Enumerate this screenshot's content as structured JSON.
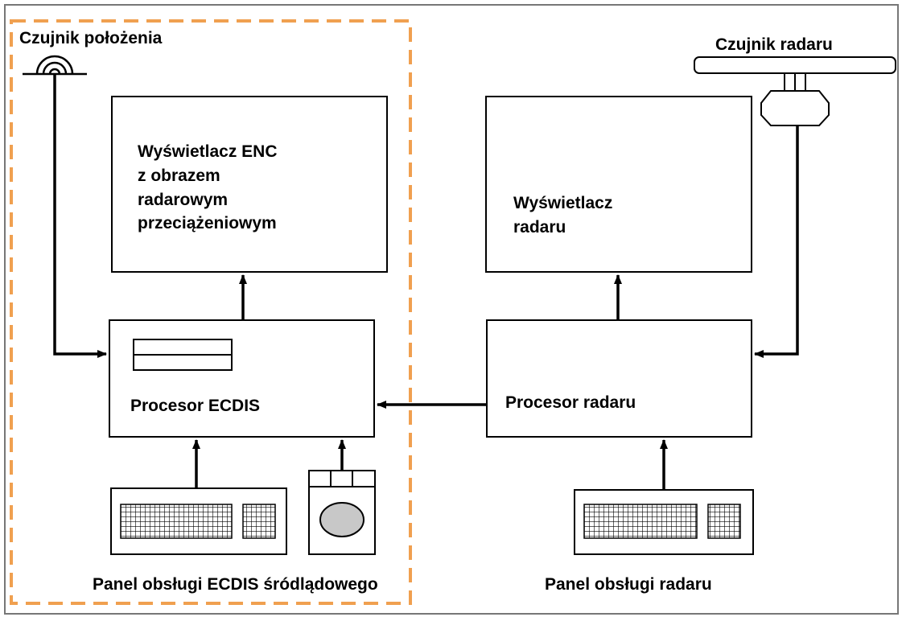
{
  "labels": {
    "position_sensor": "Czujnik położenia",
    "radar_sensor": "Czujnik radaru",
    "enc_display": [
      "Wyświetlacz ENC",
      "z obrazem",
      "radarowym",
      "przeciążeniowym"
    ],
    "radar_display": [
      "Wyświetlacz",
      "radaru"
    ],
    "ecdis_processor": "Procesor ECDIS",
    "radar_processor": "Procesor radaru",
    "ecdis_panel": "Panel obsługi ECDIS śródlądowego",
    "radar_panel": "Panel obsługi radaru"
  },
  "colors": {
    "frame": "#777777",
    "ecdis_boundary": "#f0a050",
    "trackball": "#c8c8c8",
    "lines": "#000000"
  }
}
